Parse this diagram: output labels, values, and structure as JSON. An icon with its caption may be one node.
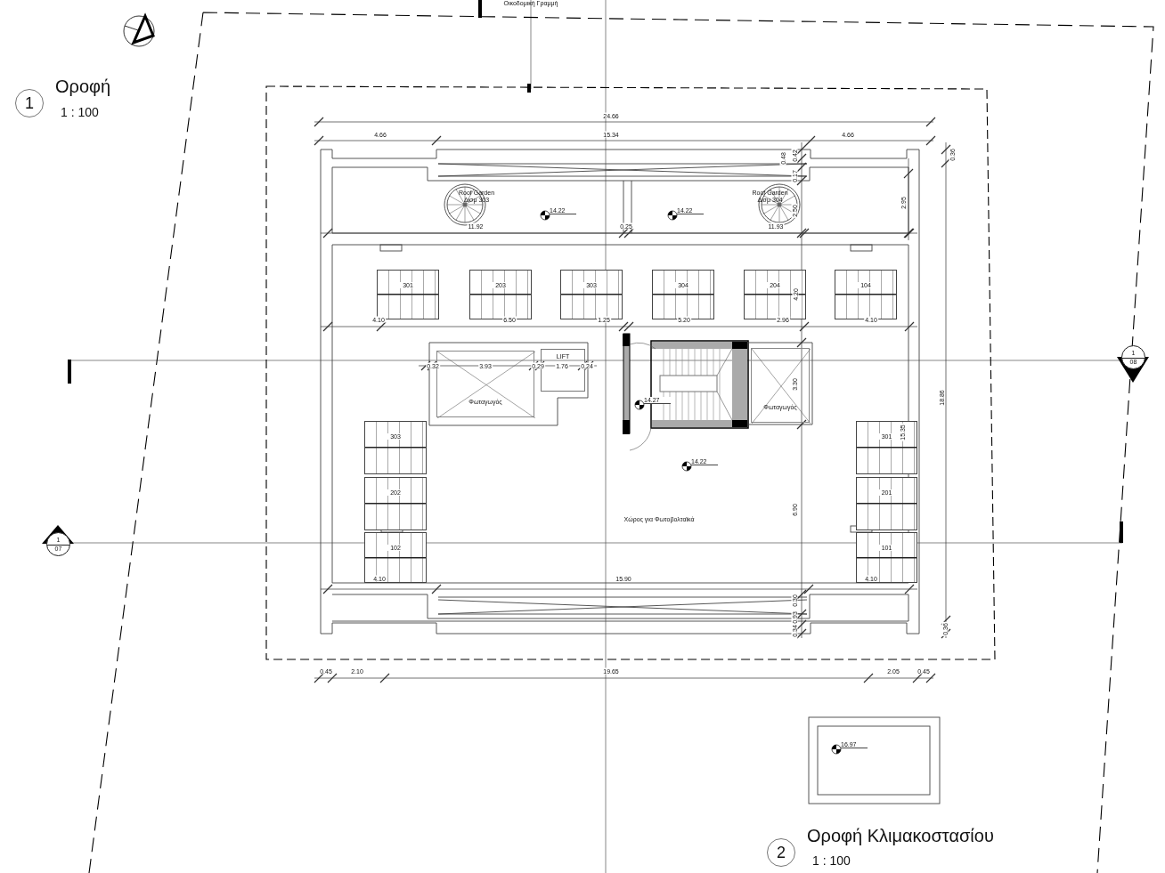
{
  "diagram": {
    "nodes": [
      {
        "text": [
          "1"
        ],
        "beside": [
          "Οροφή",
          "1 : 100"
        ]
      },
      {
        "text": [
          "Roof Garden Δισμ 303"
        ]
      },
      {
        "text": [
          "Roof Garden Δισμ 304"
        ]
      },
      {
        "text": [
          "301"
        ]
      },
      {
        "text": [
          "203"
        ]
      },
      {
        "text": [
          "303"
        ]
      },
      {
        "text": [
          "304"
        ]
      },
      {
        "text": [
          "204"
        ]
      },
      {
        "text": [
          "104"
        ]
      },
      {
        "text": [
          "1",
          "08"
        ]
      },
      {
        "text": [
          "Φωταγωγός"
        ]
      },
      {
        "text": [
          "LIFT"
        ]
      },
      {
        "text": [
          "Φωταγωγός"
        ]
      },
      {
        "text": [
          "303"
        ]
      },
      {
        "text": [
          "301"
        ]
      },
      {
        "text": [
          "202"
        ]
      },
      {
        "text": [
          "201"
        ]
      },
      {
        "text": [
          "1",
          "07"
        ]
      },
      {
        "text": [
          "102"
        ]
      },
      {
        "text": [
          "101"
        ]
      },
      {
        "text": [
          "2"
        ],
        "beside": [
          "Οροφή Κλιμακοστασίου",
          "1 : 100"
        ]
      }
    ],
    "edges": [],
    "labels": [
      "Οικοδομική Γραμμή",
      "24.66",
      "4.66",
      "15.34",
      "4.66",
      "0.48",
      "0.42",
      "0.36",
      "0.17",
      "14.22",
      "14.22",
      "2.50",
      "2.95",
      "11.92",
      "0.25",
      "11.93",
      "4.20",
      "4.10",
      "6.50",
      "1.25",
      "5.20",
      "2.96",
      "4.10",
      "0.32",
      "3.93",
      "0.29",
      "1.76",
      "0.24",
      "3.30",
      "18.86",
      "14.27",
      "15.35",
      "14.22",
      "Χώρος για Φωτοβολταϊκά",
      "6.90",
      "4.10",
      "15.90",
      "4.10",
      "0.30",
      "0.93",
      "0.34",
      "0.36",
      "0.45",
      "2.10",
      "19.65",
      "2.05",
      "0.45",
      "16.97"
    ]
  }
}
